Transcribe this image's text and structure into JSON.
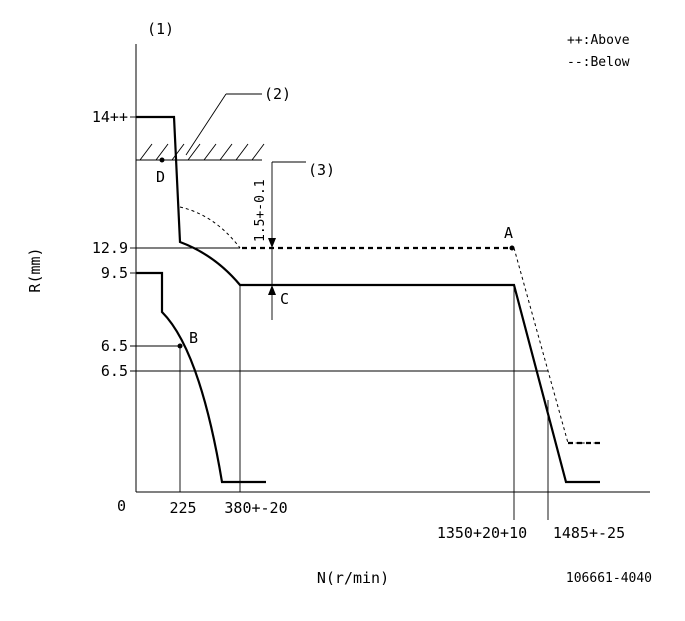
{
  "diagram": {
    "axis_y_number": "(1)",
    "ylabel": "R(mm)",
    "xlabel": "N(r/min)",
    "callout_2": "(2)",
    "callout_3": "(3)",
    "legend": {
      "above": "++:Above",
      "below": "--:Below"
    },
    "y_ticks": [
      "14++",
      "12.9",
      "9.5",
      "6.5",
      "6.5",
      "0"
    ],
    "x_ticks": [
      "225",
      "380+-20",
      "1350+20+10",
      "1485+-25"
    ],
    "points": [
      "A",
      "B",
      "C",
      "D"
    ],
    "dimension_label": "1.5+-0.1",
    "part_number": "106661-4040"
  }
}
